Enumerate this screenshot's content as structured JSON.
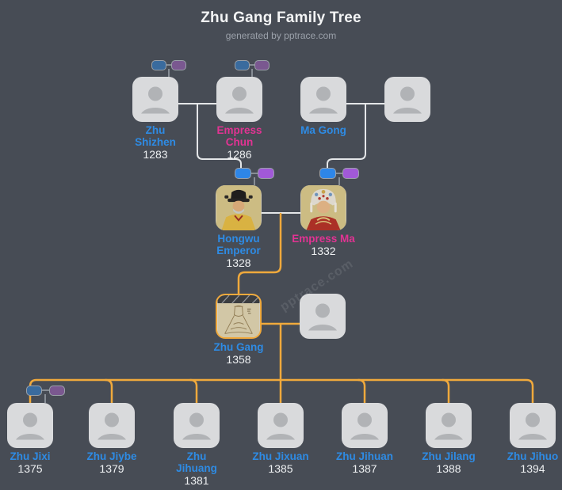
{
  "header": {
    "title": "Zhu Gang Family Tree",
    "subtitle": "generated by pptrace.com"
  },
  "watermark": {
    "text": "pptrace.com"
  },
  "colors": {
    "background": "#474c55",
    "male_name": "#2e8be4",
    "female_name": "#e23393",
    "year_text": "#eef0f2",
    "connector_line": "#e4e6e8",
    "pill_stub_line": "#878d95",
    "highlight_line": "#f0a93c",
    "node_box": "#d9dadc",
    "pill_blue_bright": "#2e86e8",
    "pill_purple_bright": "#a159d8",
    "pill_blue_muted": "#3a6b9e",
    "pill_purple_muted": "#7a5890"
  },
  "icons": {
    "person_placeholder": "person-silhouette-icon",
    "male_pill": "male-spouse-pill-icon",
    "female_pill": "female-spouse-pill-icon",
    "hongwu_portrait": "emperor-painting-portrait",
    "empress_ma_portrait": "empress-painting-portrait",
    "zhu_gang_portrait": "ink-sketch-portrait"
  },
  "persons": [
    {
      "name": "Zhu Shizhen",
      "year": "1283",
      "gender": "male"
    },
    {
      "name": "Empress Chun",
      "year": "1286",
      "gender": "female"
    },
    {
      "name": "Ma Gong",
      "year": "",
      "gender": "male"
    },
    {
      "name": "",
      "year": "",
      "gender": "unknown"
    },
    {
      "name": "Hongwu Emperor",
      "year": "1328",
      "gender": "male"
    },
    {
      "name": "Empress Ma",
      "year": "1332",
      "gender": "female"
    },
    {
      "name": "Zhu Gang",
      "year": "1358",
      "gender": "male"
    },
    {
      "name": "",
      "year": "",
      "gender": "unknown"
    },
    {
      "name": "Zhu Jixi",
      "year": "1375",
      "gender": "male"
    },
    {
      "name": "Zhu Jiybe",
      "year": "1379",
      "gender": "male"
    },
    {
      "name": "Zhu Jihuang",
      "year": "1381",
      "gender": "male"
    },
    {
      "name": "Zhu Jixuan",
      "year": "1385",
      "gender": "male"
    },
    {
      "name": "Zhu Jihuan",
      "year": "1387",
      "gender": "male"
    },
    {
      "name": "Zhu Jilang",
      "year": "1388",
      "gender": "male"
    },
    {
      "name": "Zhu Jihuo",
      "year": "1394",
      "gender": "male"
    }
  ]
}
